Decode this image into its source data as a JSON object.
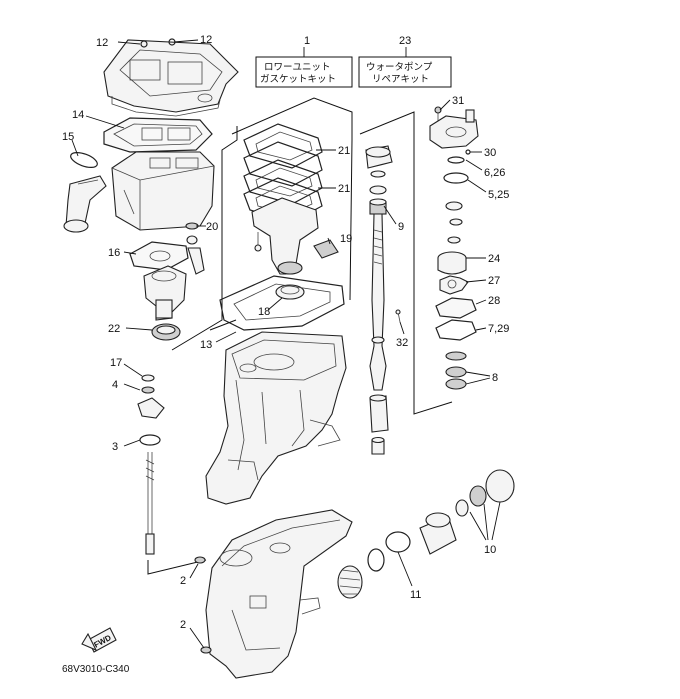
{
  "diagram_code": "68V3010-C340",
  "fwd_label": "FWD",
  "kits": [
    {
      "number": "1",
      "line1": "ロワーユニット",
      "line2": "ガスケットキット"
    },
    {
      "number": "23",
      "line1": "ウォータポンプ",
      "line2": "リペアキット"
    }
  ],
  "callouts": [
    "12",
    "12",
    "14",
    "15",
    "20",
    "16",
    "22",
    "21",
    "21",
    "19",
    "18",
    "13",
    "9",
    "32",
    "31",
    "30",
    "6,26",
    "5,25",
    "24",
    "27",
    "28",
    "7,29",
    "8",
    "17",
    "4",
    "3",
    "2",
    "2",
    "10",
    "11"
  ]
}
